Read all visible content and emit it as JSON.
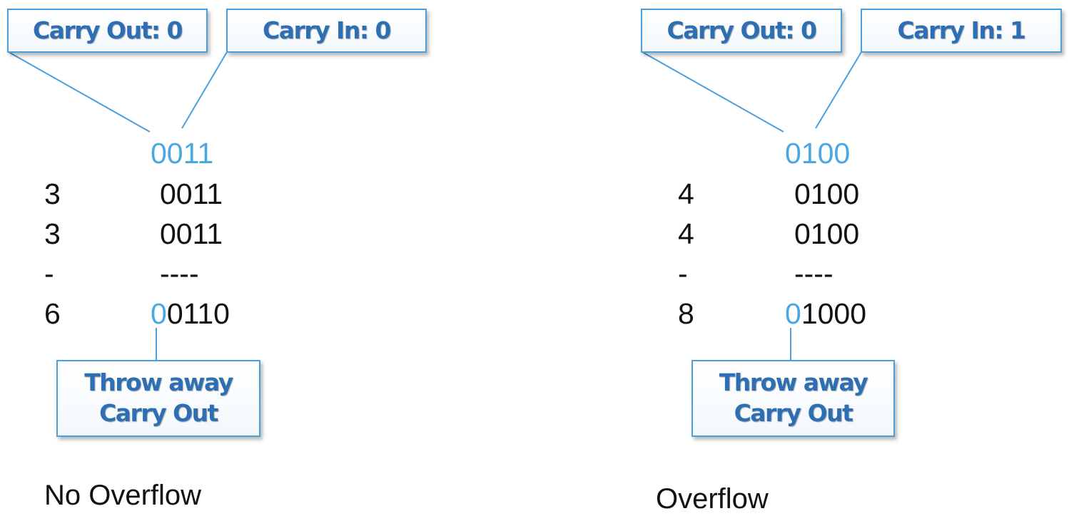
{
  "colors": {
    "callout_border": "#4a9fdc",
    "callout_text": "#2e6fb3",
    "carry_digits": "#4aa7e3",
    "body_text": "#111111"
  },
  "left": {
    "carry_out_box": "Carry Out: 0",
    "carry_in_box": "Carry In: 0",
    "carries": "0011",
    "row1_decimal": "3",
    "row1_binary": "0011",
    "row2_decimal": "3",
    "row2_binary": "0011",
    "separator_decimal": "-",
    "separator_binary": "----",
    "result_decimal": "6",
    "result_carry_digit": "0",
    "result_binary": "0110",
    "throw_box_line1": "Throw away",
    "throw_box_line2": "Carry Out",
    "verdict": "No Overflow"
  },
  "right": {
    "carry_out_box": "Carry Out: 0",
    "carry_in_box": "Carry In: 1",
    "carries": "0100",
    "row1_decimal": "4",
    "row1_binary": "0100",
    "row2_decimal": "4",
    "row2_binary": "0100",
    "separator_decimal": "-",
    "separator_binary": "----",
    "result_decimal": "8",
    "result_carry_digit": "0",
    "result_binary": "1000",
    "throw_box_line1": "Throw away",
    "throw_box_line2": "Carry Out",
    "verdict": "Overflow"
  }
}
